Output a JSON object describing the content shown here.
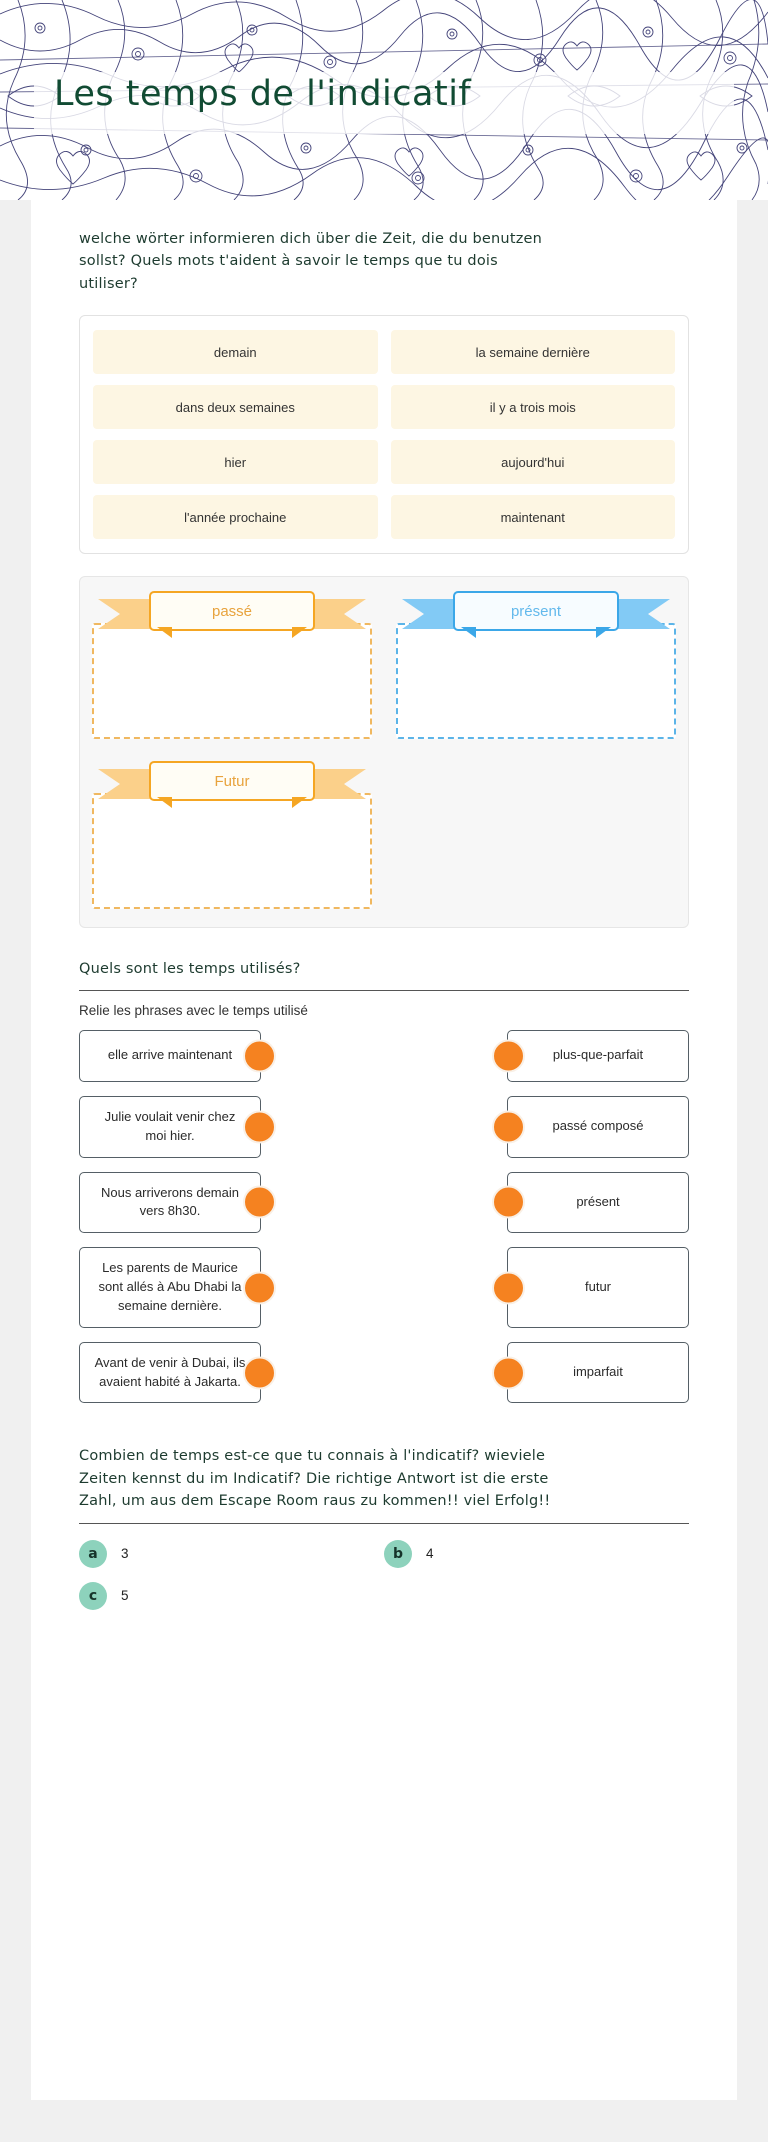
{
  "header": {
    "title": "Les temps de l'indicatif"
  },
  "intro": {
    "line1": "welche wörter informieren dich über die Zeit, die du benutzen",
    "line2": "sollst? Quels mots t'aident à savoir le temps que tu dois",
    "line3": "utiliser?"
  },
  "word_chips": {
    "items": [
      "demain",
      "la semaine dernière",
      "dans deux semaines",
      "il y a trois mois",
      "hier",
      "aujourd'hui",
      "l'année prochaine",
      "maintenant"
    ]
  },
  "tense_banners": {
    "passe_label": "passé",
    "present_label": "présent",
    "futur_label": "Futur",
    "colors": {
      "orange_border": "#f5a623",
      "orange_flag": "#fbd08a",
      "blue_border": "#3ba7e8",
      "blue_flag": "#82caf5"
    }
  },
  "matching": {
    "heading": "Quels sont les temps utilisés?",
    "instruction": "Relie les phrases avec le temps utilisé",
    "pairs": [
      {
        "phrase": "elle arrive maintenant",
        "tense": "plus-que-parfait"
      },
      {
        "phrase": "Julie voulait venir chez moi hier.",
        "tense": "passé composé"
      },
      {
        "phrase": "Nous arriverons demain vers 8h30.",
        "tense": "présent"
      },
      {
        "phrase": "Les parents de Maurice sont allés à Abu Dhabi la semaine dernière.",
        "tense": "futur"
      },
      {
        "phrase": "Avant de venir à Dubai, ils avaient habité à Jakarta.",
        "tense": "imparfait"
      }
    ],
    "dot_color": "#f58220"
  },
  "final_question": {
    "line1": "Combien de temps est-ce que tu connais à l'indicatif? wieviele",
    "line2": "Zeiten kennst du im Indicatif? Die richtige Antwort ist die erste",
    "line3": "Zahl, um aus dem Escape Room raus zu kommen!! viel Erfolg!!",
    "options": [
      {
        "letter": "a",
        "text": "3"
      },
      {
        "letter": "b",
        "text": "4"
      },
      {
        "letter": "c",
        "text": "5"
      }
    ],
    "badge_color": "#8dd2bc"
  }
}
